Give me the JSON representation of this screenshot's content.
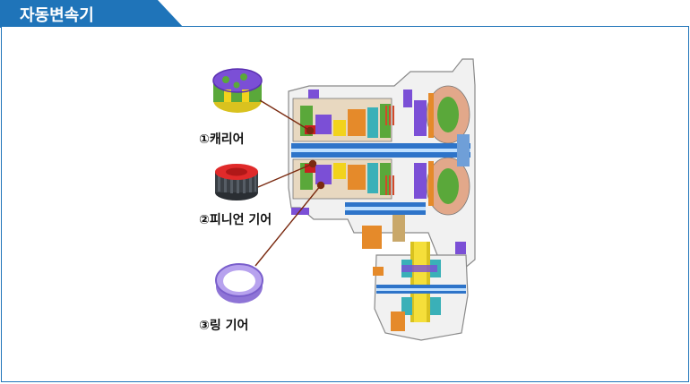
{
  "header": {
    "title": "자동변속기"
  },
  "parts": [
    {
      "id": "carrier",
      "label": "①캐리어"
    },
    {
      "id": "pinion",
      "label": "②피니언 기어"
    },
    {
      "id": "ring",
      "label": "③링 기어"
    }
  ],
  "colors": {
    "accent": "#1f74b9",
    "shaft": "#2e74c9",
    "carrier": "#7b4fd6",
    "pinion": "#e02a2a",
    "ring": "#9a7ee0",
    "leader": "#7a2a10"
  }
}
